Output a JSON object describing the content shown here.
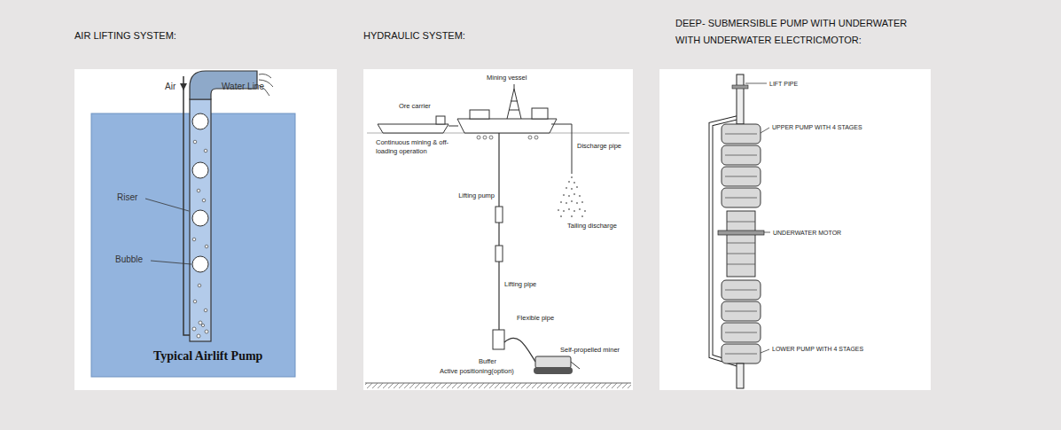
{
  "diagram": {
    "labels": [
      "AIR LIFTING SYSTEM:",
      "HYDRAULIC SYSTEM:",
      "DEEP- SUBMERSIBLE PUMP WITH UNDERWATER WITH UNDERWATER ELECTRICMOTOR:",
      "Air",
      "Water Line",
      "Riser",
      "Bubble",
      "Typical Airlift Pump",
      "Mining vessel",
      "Ore carrier",
      "Continuous mining & off-loading operation",
      "Discharge pipe",
      "Lifting pump",
      "Tailing discharge",
      "Lifting pipe",
      "Flexible pipe",
      "Buffer",
      "Active positioning(option)",
      "Self-propelled miner",
      "LIFT PIPE",
      "UPPER PUMP WITH 4 STAGES",
      "UNDERWATER MOTOR",
      "LOWER PUMP WITH 4 STAGES"
    ]
  }
}
